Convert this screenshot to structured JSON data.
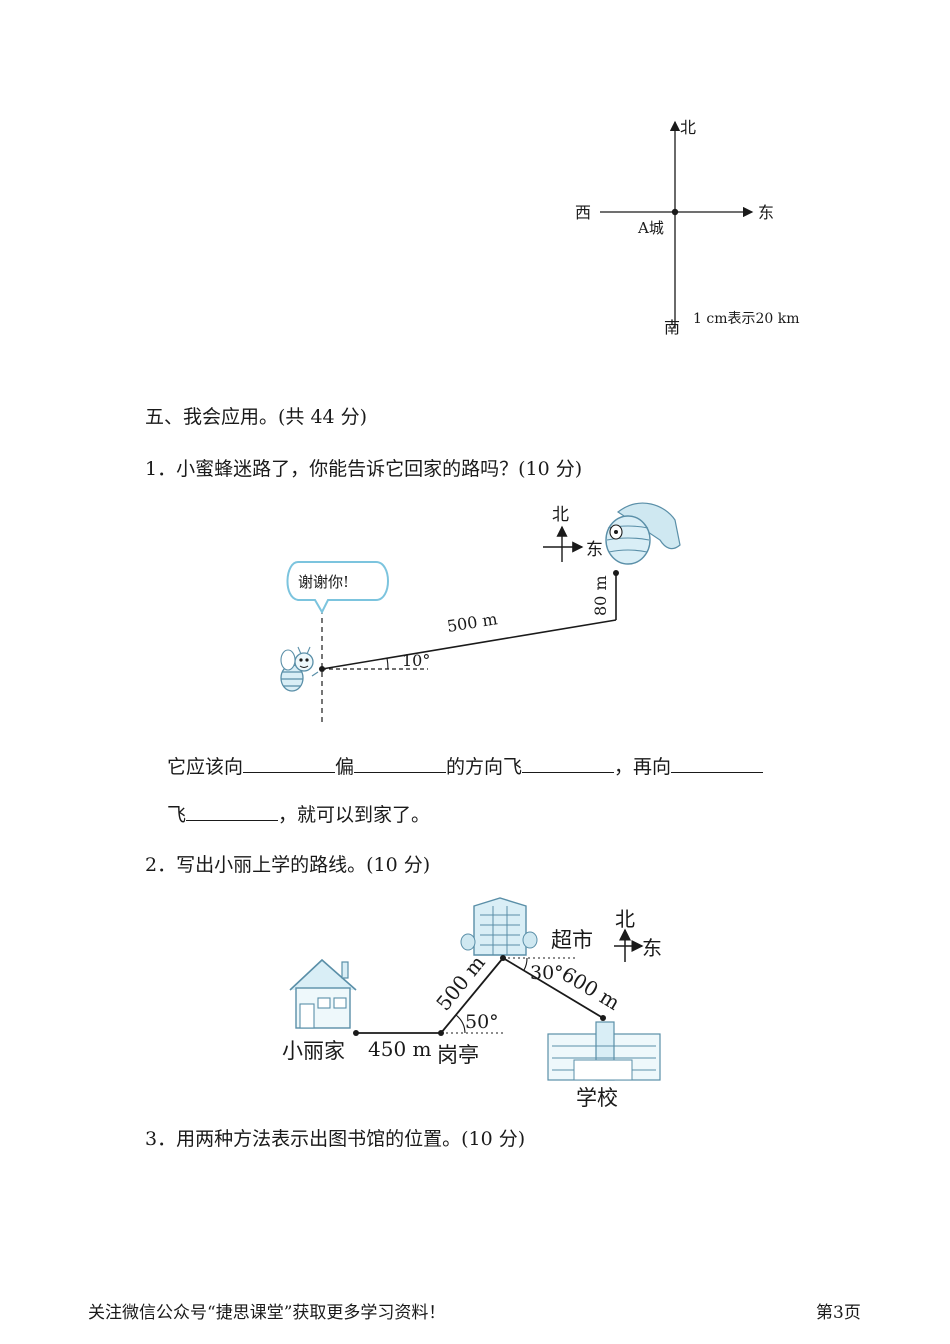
{
  "compass_a": {
    "north": "北",
    "south": "南",
    "east": "东",
    "west": "西",
    "center": "A城",
    "scale": "1 cm表示20 km"
  },
  "section_title": "五、我会应用。(共 44 分)",
  "q1": {
    "title": "1．小蜜蜂迷路了，你能告诉它回家的路吗？(10 分)",
    "speech": "谢谢你!",
    "compass_north": "北",
    "compass_east": "东",
    "distance1": "500 m",
    "distance2": "80 m",
    "angle": "10°",
    "answer_line1": [
      "它应该向",
      "偏",
      "的方向飞",
      "，再向"
    ],
    "answer_line2": [
      "飞",
      "，就可以到家了。"
    ]
  },
  "q2": {
    "title": "2．写出小丽上学的路线。(10 分)",
    "home": "小丽家",
    "kiosk": "岗亭",
    "market": "超市",
    "school": "学校",
    "d_home_kiosk": "450 m",
    "d_kiosk_market": "500 m",
    "d_market_school": "600 m",
    "angle_kiosk": "50°",
    "angle_market": "30°",
    "compass_north": "北",
    "compass_east": "东"
  },
  "q3": {
    "title": "3．用两种方法表示出图书馆的位置。(10 分)"
  },
  "footer": {
    "left": "关注微信公众号“捷思课堂”获取更多学习资料！",
    "right": "第3页"
  },
  "colors": {
    "ink": "#1a1a1a",
    "illustration_blue": "#9fd0e3",
    "illustration_stroke": "#5a8fa8"
  }
}
